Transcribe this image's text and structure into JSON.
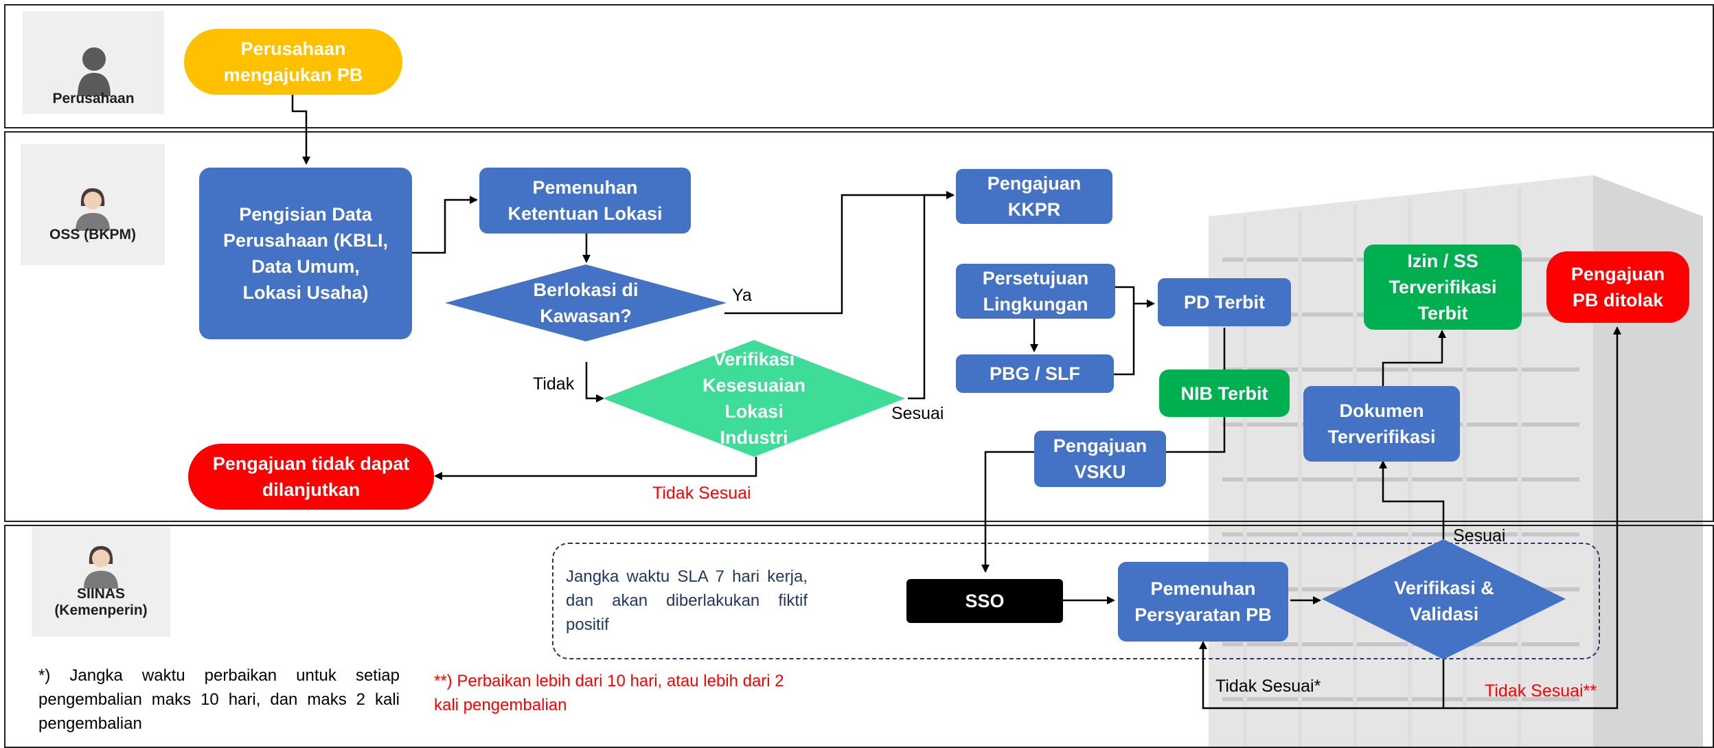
{
  "colors": {
    "blue": "#4472c4",
    "green": "#00b050",
    "teal": "#3ddc97",
    "red": "#ff0000",
    "yellow": "#ffc000",
    "black": "#000000",
    "navy_text": "#1f3864"
  },
  "lanes": [
    {
      "id": "perusahaan",
      "actor_label": "Perusahaan",
      "icon": "person-icon"
    },
    {
      "id": "oss",
      "actor_label": "OSS (BKPM)",
      "icon": "female-person-icon"
    },
    {
      "id": "siinas",
      "actor_label": "SIINAS (Kemenperin)",
      "icon": "female-person-icon"
    }
  ],
  "nodes": {
    "perusahaan_mengajukan": "Perusahaan mengajukan PB",
    "pengisian_data": "Pengisian Data Perusahaan (KBLI, Data Umum, Lokasi Usaha)",
    "pemenuhan_lokasi": "Pemenuhan Ketentuan Lokasi",
    "berlokasi_kawasan": "Berlokasi di Kawasan?",
    "verifikasi_kesesuaian": "Verifikasi Kesesuaian Lokasi Industri",
    "pengajuan_tidak_lanjut": "Pengajuan tidak dapat dilanjutkan",
    "pengajuan_kkpr": "Pengajuan KKPR",
    "persetujuan_lingkungan": "Persetujuan Lingkungan",
    "pbg_slf": "PBG / SLF",
    "pd_terbit": "PD Terbit",
    "nib_terbit": "NIB Terbit",
    "pengajuan_vsku": "Pengajuan VSKU",
    "izin_ss": "Izin / SS Terverifikasi Terbit",
    "pengajuan_pb_ditolak": "Pengajuan PB ditolak",
    "dokumen_terverifikasi": "Dokumen Terverifikasi",
    "sso": "SSO",
    "pemenuhan_persyaratan": "Pemenuhan Persyaratan PB",
    "verifikasi_validasi": "Verifikasi & Validasi"
  },
  "edge_labels": {
    "ya": "Ya",
    "tidak": "Tidak",
    "sesuai_1": "Sesuai",
    "tidak_sesuai_1": "Tidak Sesuai",
    "sesuai_2": "Sesuai",
    "tidak_sesuai_star": "Tidak Sesuai*",
    "tidak_sesuai_2star": "Tidak Sesuai**"
  },
  "notes": {
    "sla": "Jangka waktu SLA 7 hari kerja, dan akan diberlakukan fiktif positif",
    "footnote_1": "*) Jangka waktu perbaikan untuk setiap pengembalian maks 10 hari, dan maks 2 kali pengembalian",
    "footnote_2": "**) Perbaikan lebih dari 10 hari, atau lebih dari 2 kali pengembalian"
  }
}
